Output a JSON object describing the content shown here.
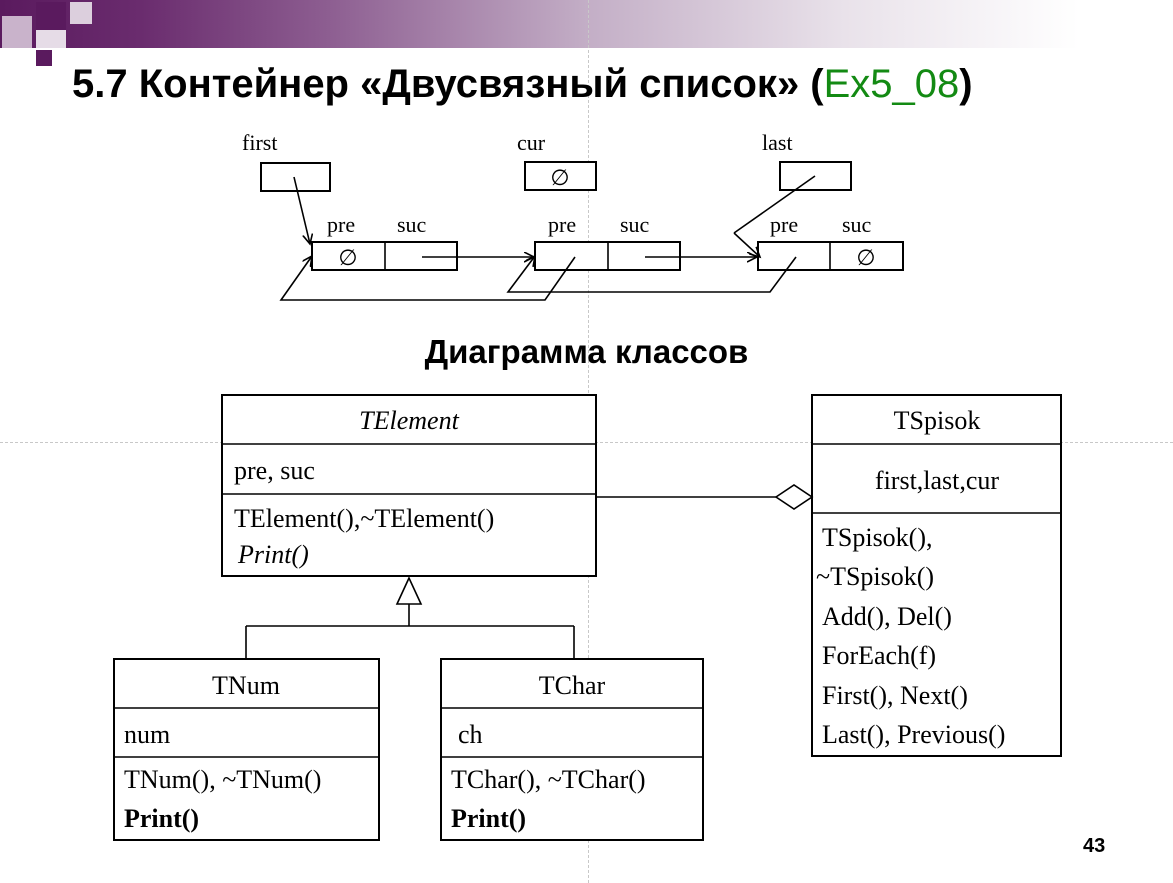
{
  "title": {
    "main": "5.7 Контейнер «Двусвязный список» (",
    "example": "Ex5_08",
    "close": ")"
  },
  "colors": {
    "accent": "#5a1a5e",
    "example_text": "#138a13"
  },
  "list_diagram": {
    "pointers": {
      "first": "first",
      "cur": "cur",
      "last": "last"
    },
    "null_symbol": "∅",
    "node_fields": {
      "pre": "pre",
      "suc": "suc"
    }
  },
  "class_diagram_heading": "Диаграмма классов",
  "classes": {
    "telement": {
      "name": "TElement",
      "attributes": "pre, suc",
      "methods": [
        "TElement(),~TElement()",
        "Print()"
      ]
    },
    "tspisok": {
      "name": "TSpisok",
      "attributes": "first,last,cur",
      "methods": [
        "TSpisok(),",
        "~TSpisok()",
        "Add(),  Del()",
        "ForEach(f)",
        "First(),  Next()",
        "Last(), Previous()"
      ]
    },
    "tnum": {
      "name": "TNum",
      "attributes": "num",
      "methods": [
        "TNum(),  ~TNum()",
        "Print()"
      ]
    },
    "tchar": {
      "name": "TChar",
      "attributes": "ch",
      "methods": [
        "TChar(),  ~TChar()",
        "Print()"
      ]
    }
  },
  "page_number": "43"
}
